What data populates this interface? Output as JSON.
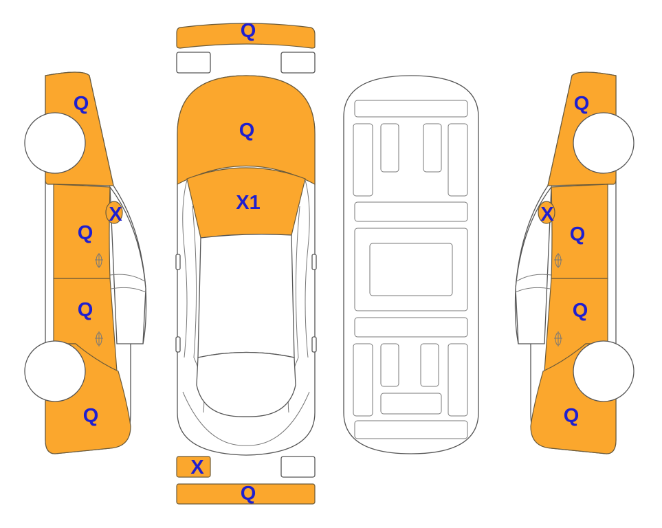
{
  "colors": {
    "painted": "#fba72d",
    "label": "#1f1fcf",
    "outline": "#555555"
  },
  "labels": {
    "front_bumper": "Q",
    "hood": "Q",
    "windshield": "X1",
    "rear_bumper_left": "X",
    "rear_bumper": "Q",
    "left_front_fender": "Q",
    "left_mirror": "X",
    "left_front_door": "Q",
    "left_rear_door": "Q",
    "left_rear_quarter": "Q",
    "right_front_fender": "Q",
    "right_mirror": "X",
    "right_front_door": "Q",
    "right_rear_door": "Q",
    "right_rear_quarter": "Q"
  }
}
